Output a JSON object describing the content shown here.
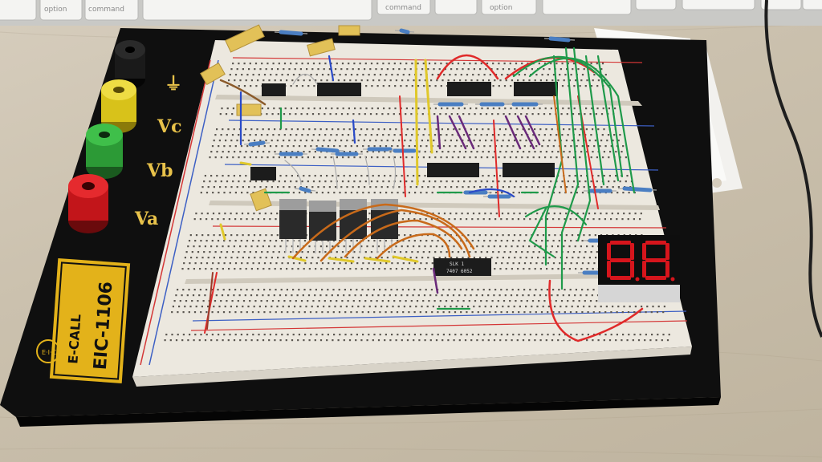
{
  "keyboard": {
    "keys": [
      "option",
      "command",
      "command",
      "option"
    ]
  },
  "board": {
    "brand": "E-CALL",
    "model": "EIC-1106",
    "logo_letters": "E·I·C",
    "posts": [
      {
        "label": "",
        "color": "#1a1a1a"
      },
      {
        "label": "Vc",
        "color": "#e0c21c"
      },
      {
        "label": "Vb",
        "color": "#2fa33a"
      },
      {
        "label": "Va",
        "color": "#c8161a"
      }
    ],
    "ground_symbol": "⏚"
  },
  "ic_chip": {
    "line1": "SLK 1",
    "line2": "7407 6052"
  },
  "display": {
    "digits": [
      "8",
      "8"
    ],
    "color": "#d6151c"
  }
}
